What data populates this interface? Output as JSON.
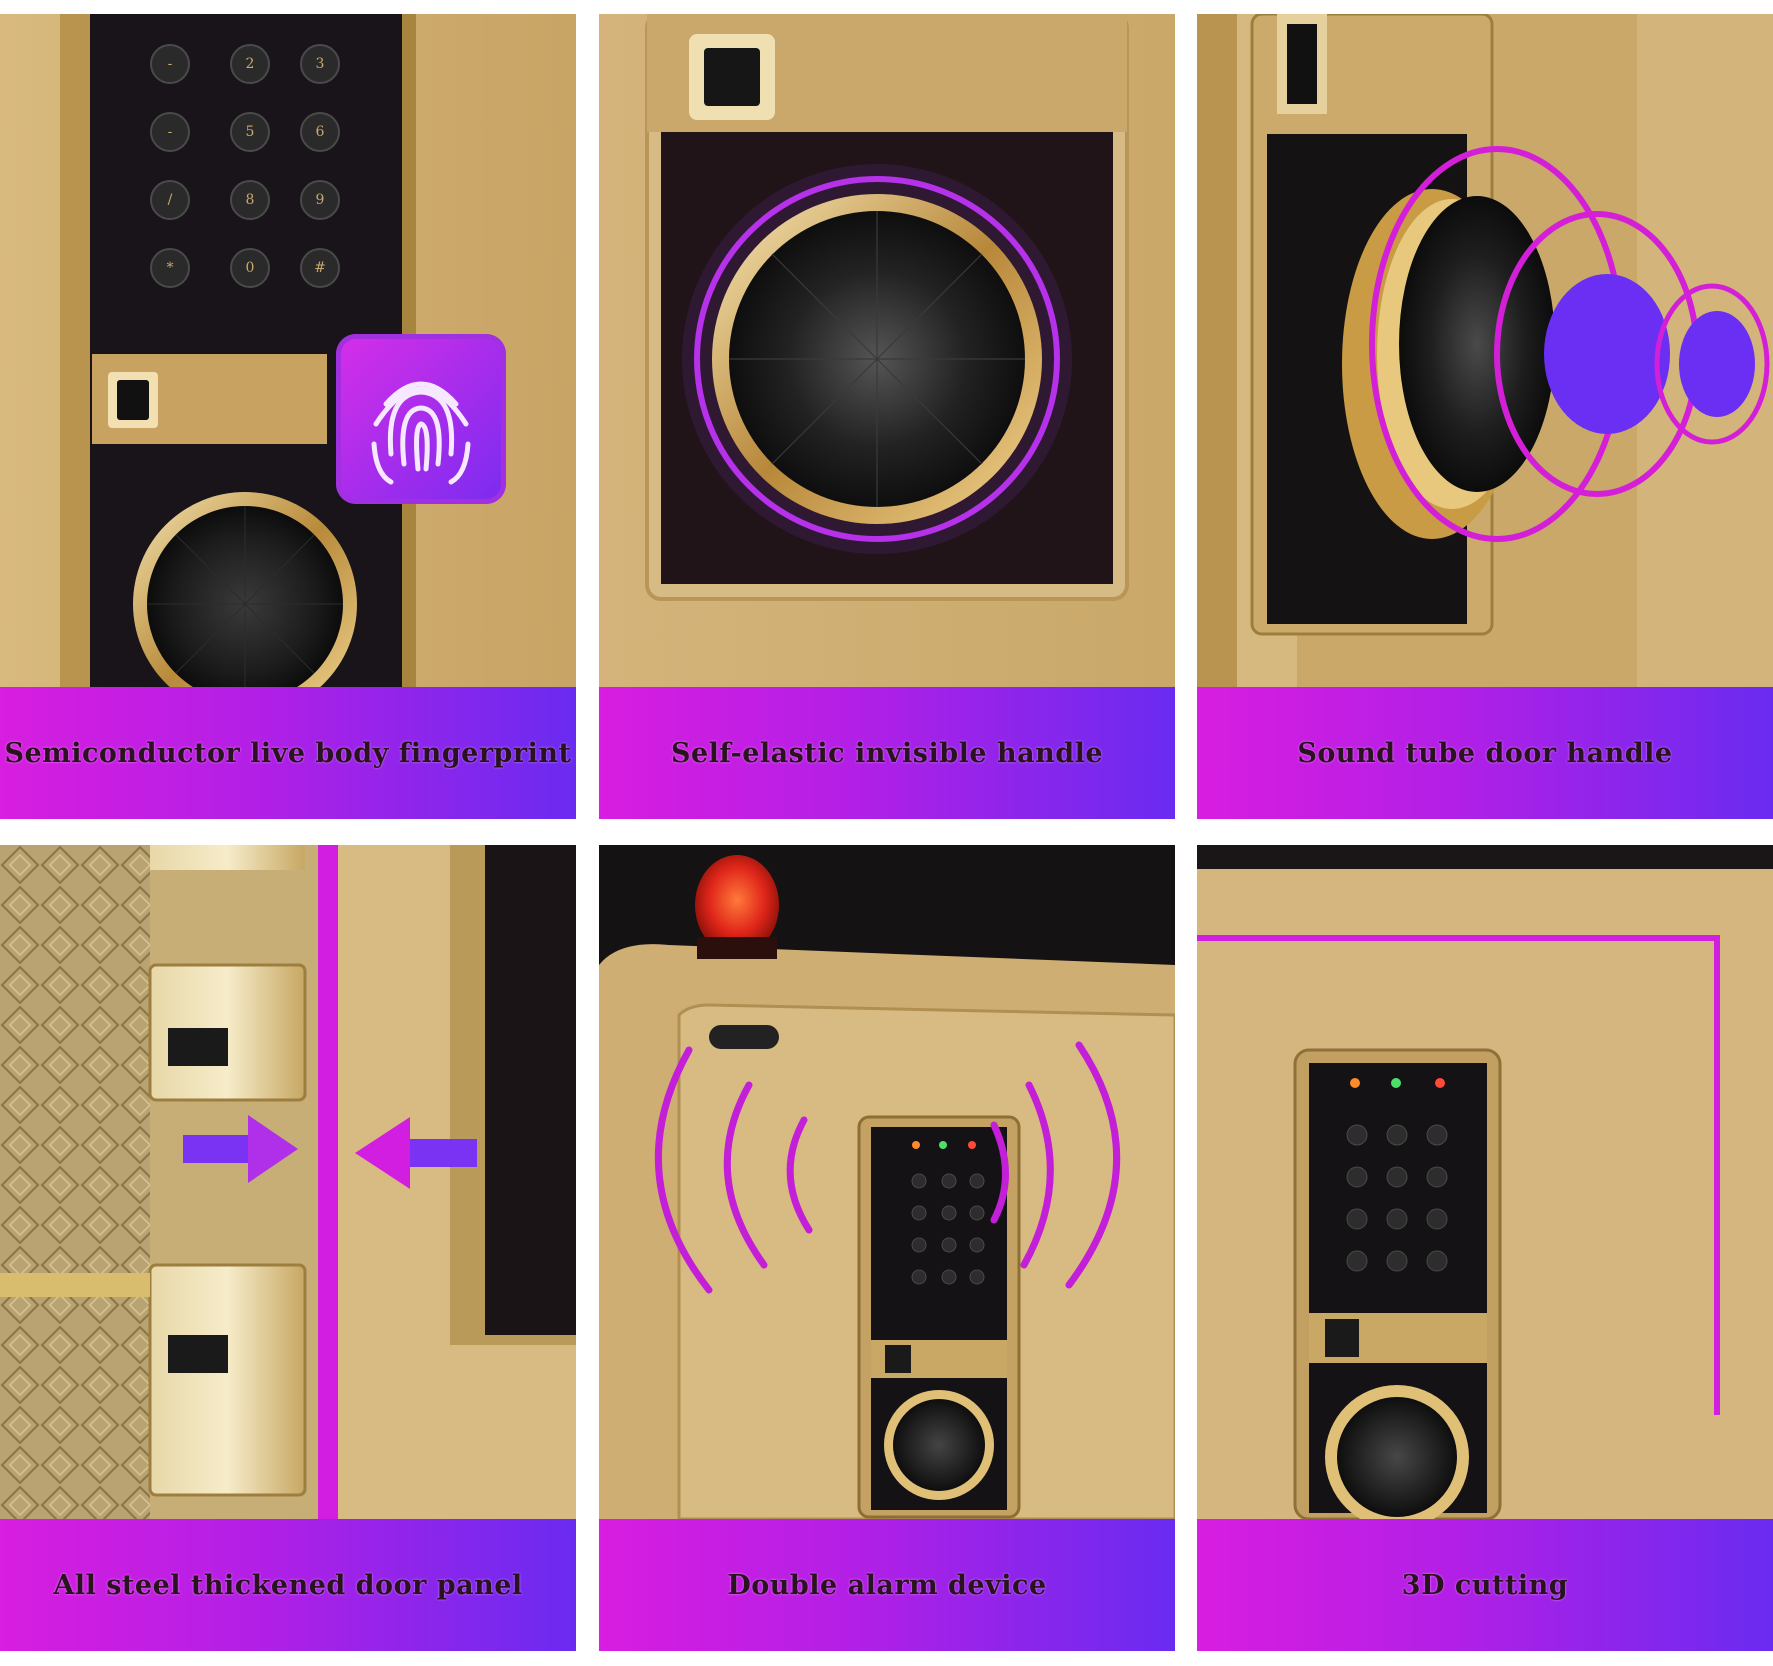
{
  "panels": [
    {
      "caption": "Semiconductor live body  fingerprint"
    },
    {
      "caption": "Self-elastic invisible handle"
    },
    {
      "caption": "Sound tube door handle"
    },
    {
      "caption": "All steel thickened door panel"
    },
    {
      "caption": "Double alarm device"
    },
    {
      "caption": "3D cutting"
    }
  ],
  "keypad": {
    "col1": [
      "-",
      "-",
      "/",
      "*"
    ],
    "col2": [
      "2",
      "5",
      "8",
      "0"
    ],
    "col3": [
      "3",
      "6",
      "9",
      "#"
    ]
  },
  "colors": {
    "gold": "#c9a86a",
    "panel_black": "#141014",
    "accent_magenta": "#d81ee0",
    "accent_violet": "#6a2bf0"
  }
}
